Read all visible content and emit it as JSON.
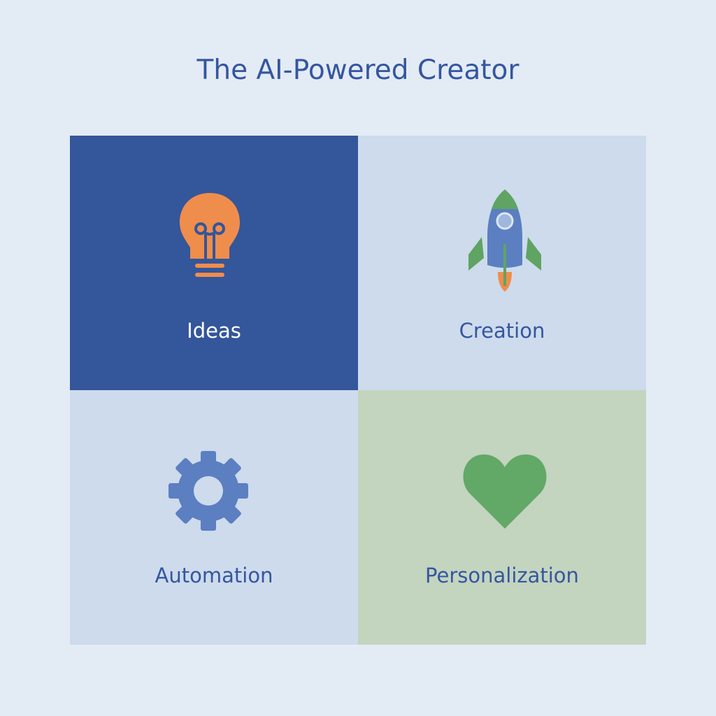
{
  "title": "The AI-Powered Creator",
  "quadrants": [
    {
      "label": "Ideas",
      "icon": "lightbulb-icon",
      "background": "#34569a"
    },
    {
      "label": "Creation",
      "icon": "rocket-icon",
      "background": "#cddbec"
    },
    {
      "label": "Automation",
      "icon": "gear-icon",
      "background": "#cddbec"
    },
    {
      "label": "Personalization",
      "icon": "heart-icon",
      "background": "#c3d4bf"
    }
  ],
  "colors": {
    "accent": "#3556a0",
    "orange": "#ef8d4c",
    "green": "#5fa463"
  }
}
